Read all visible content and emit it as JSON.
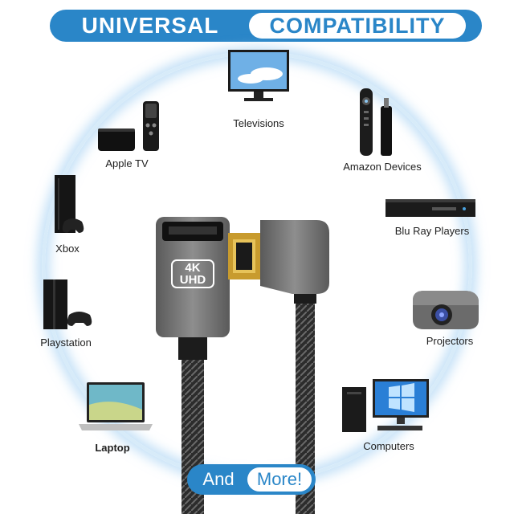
{
  "banner": {
    "left": "UNIVERSAL",
    "right": "COMPATIBILITY"
  },
  "devices": {
    "televisions": "Televisions",
    "apple_tv": "Apple TV",
    "amazon": "Amazon Devices",
    "xbox": "Xbox",
    "bluray": "Blu Ray Players",
    "playstation": "Playstation",
    "projectors": "Projectors",
    "laptop": "Laptop",
    "computers": "Computers"
  },
  "connector_badge": {
    "top": "4K",
    "bottom": "UHD"
  },
  "footer": {
    "left": "And",
    "right": "More!"
  },
  "colors": {
    "brand_blue": "#2a86c8",
    "ring": "#d7ebf9"
  }
}
